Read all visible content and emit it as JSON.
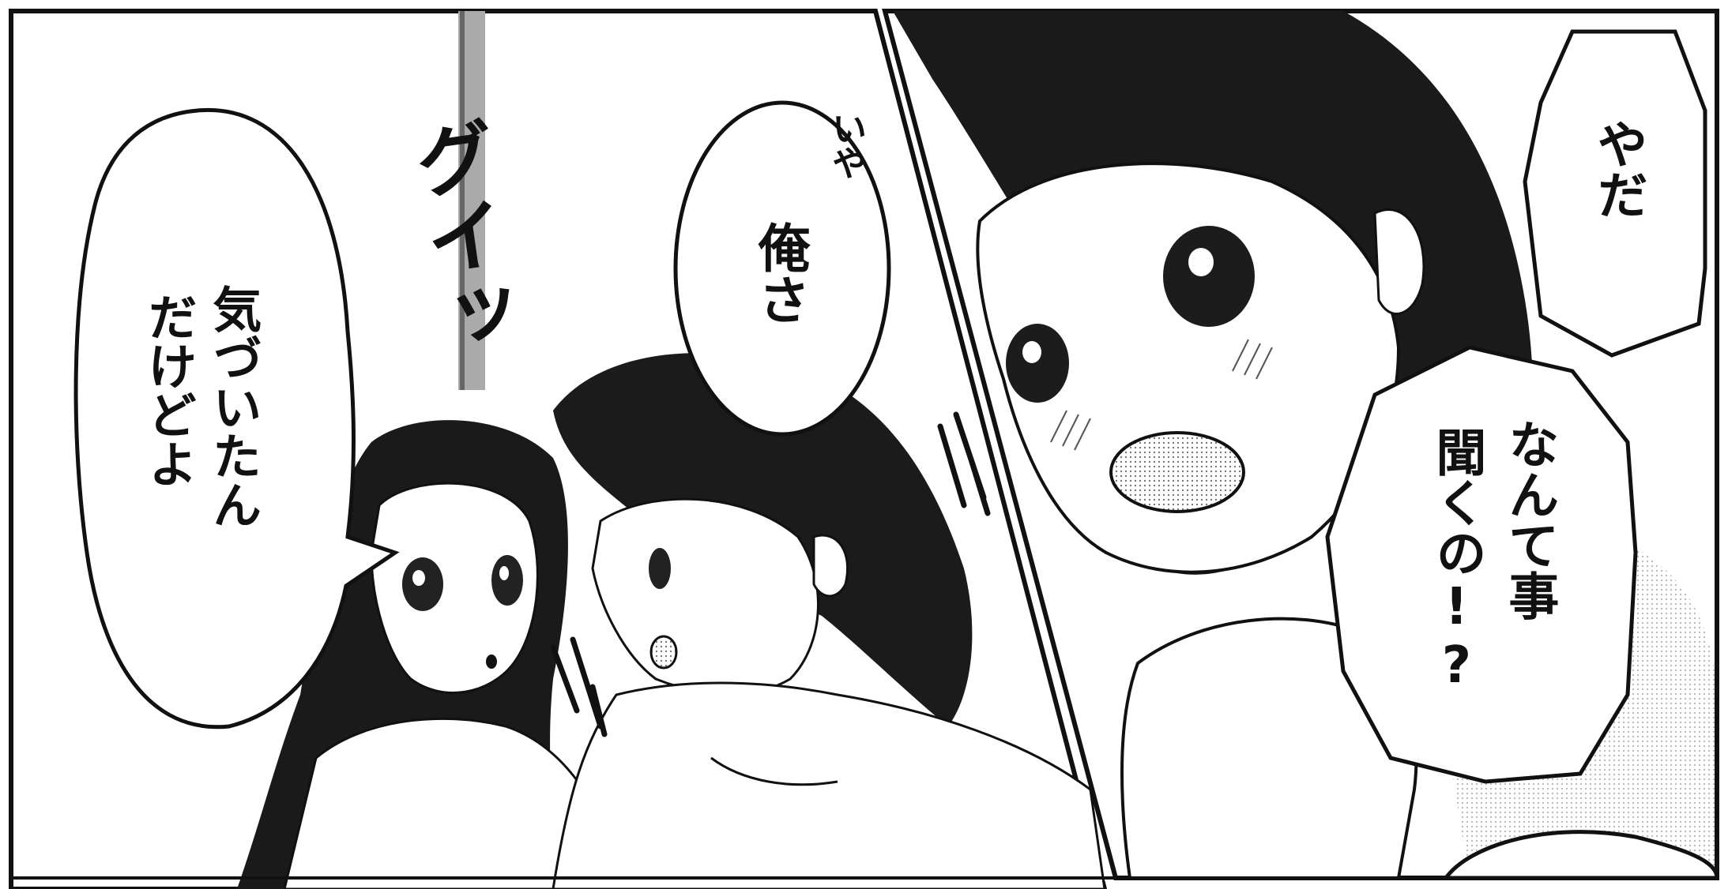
{
  "panels": {
    "left": {
      "sfx_main": "グイッ",
      "sfx_small": "いや",
      "bubble_man": "俺さ",
      "bubble_woman": [
        "気づいたん",
        "だけどよ"
      ]
    },
    "right": {
      "bubble_top": "やだ",
      "bubble_mid": [
        "なんて事",
        "聞くの!?"
      ]
    }
  },
  "colors": {
    "ink": "#111111",
    "paper": "#ffffff",
    "screentone": "#c8c8c8"
  }
}
